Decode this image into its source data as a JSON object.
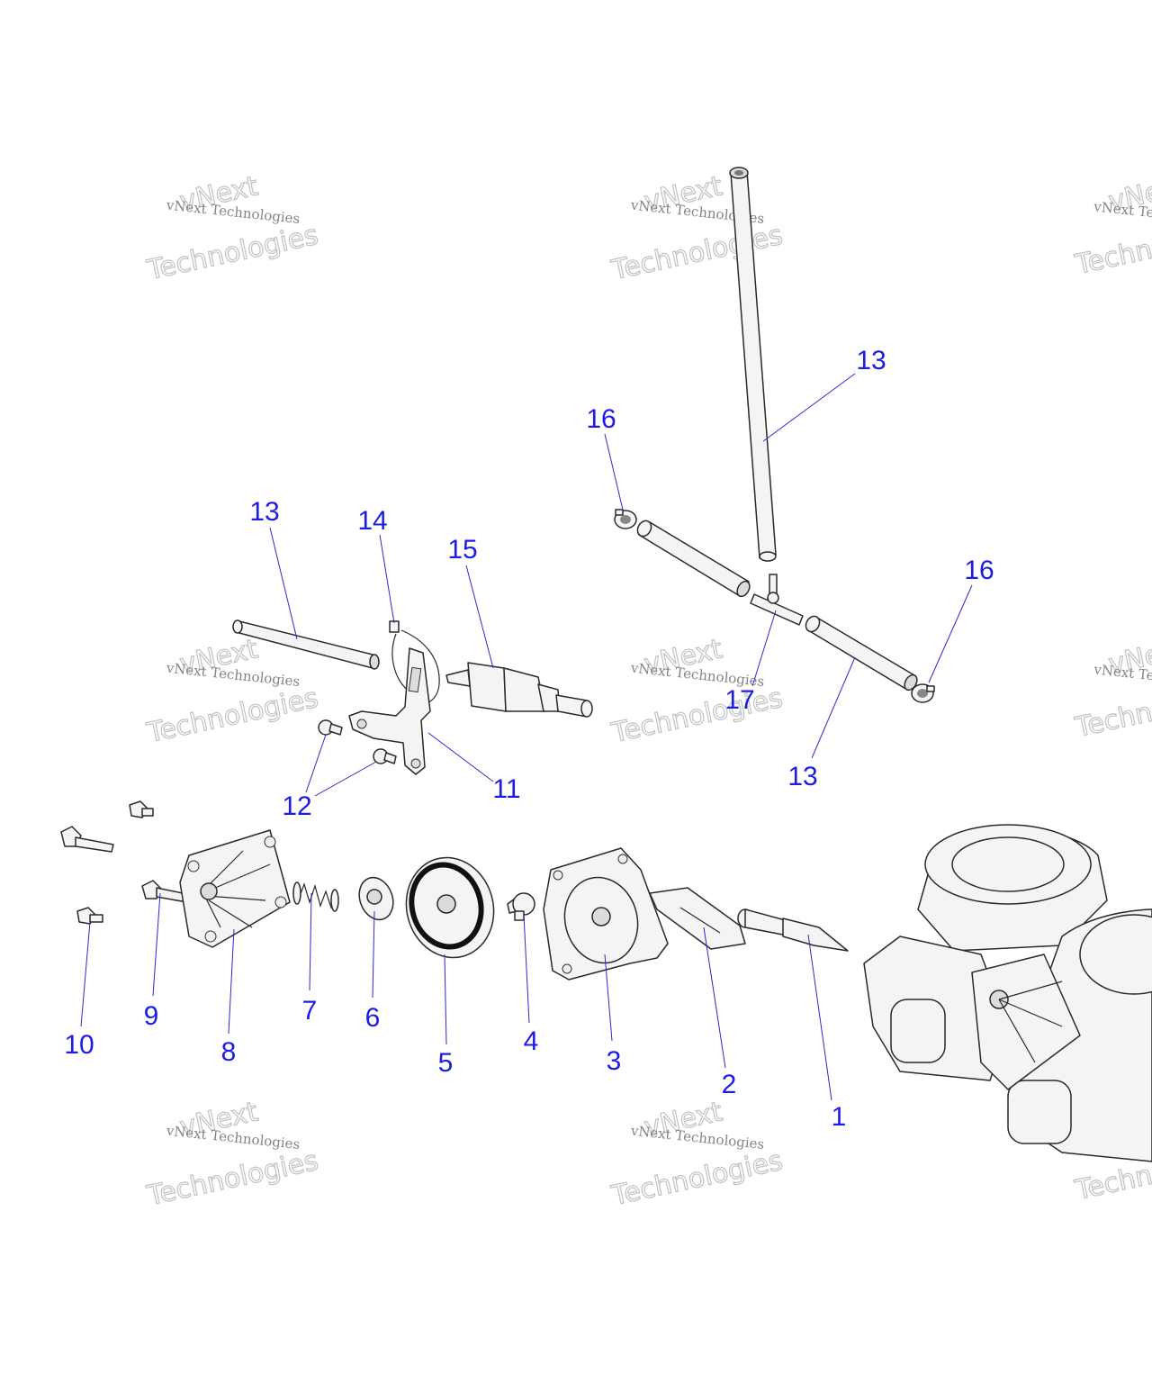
{
  "diagram": {
    "callouts": [
      {
        "id": "c1",
        "label": "1"
      },
      {
        "id": "c2",
        "label": "2"
      },
      {
        "id": "c3",
        "label": "3"
      },
      {
        "id": "c4",
        "label": "4"
      },
      {
        "id": "c5",
        "label": "5"
      },
      {
        "id": "c6",
        "label": "6"
      },
      {
        "id": "c7",
        "label": "7"
      },
      {
        "id": "c8",
        "label": "8"
      },
      {
        "id": "c9",
        "label": "9"
      },
      {
        "id": "c10",
        "label": "10"
      },
      {
        "id": "c11",
        "label": "11"
      },
      {
        "id": "c12",
        "label": "12"
      },
      {
        "id": "c13a",
        "label": "13"
      },
      {
        "id": "c13b",
        "label": "13"
      },
      {
        "id": "c13c",
        "label": "13"
      },
      {
        "id": "c14",
        "label": "14"
      },
      {
        "id": "c15",
        "label": "15"
      },
      {
        "id": "c16a",
        "label": "16"
      },
      {
        "id": "c16b",
        "label": "16"
      },
      {
        "id": "c17",
        "label": "17"
      }
    ],
    "callout_color": "#1c1ce6"
  },
  "watermark": {
    "line1": "vNext Technologies",
    "outline_top": "vNext",
    "outline_bottom": "Technologies",
    "truncated_small": "vNext Te",
    "truncated_outline_top": "vNe",
    "truncated_outline_bottom": "Techn"
  }
}
